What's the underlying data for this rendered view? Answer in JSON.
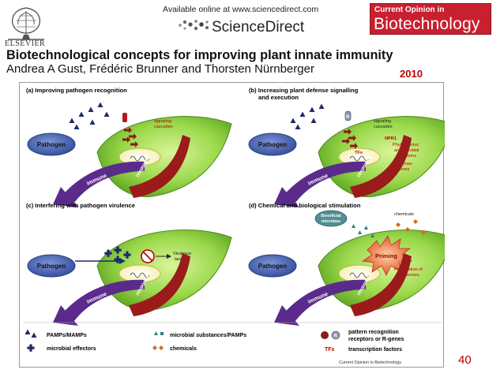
{
  "header": {
    "publisher": "ELSEVIER",
    "available_online": "Available online at www.sciencedirect.com",
    "sciencedirect": "ScienceDirect",
    "journal_top": "Current Opinion in",
    "journal_name": "Biotechnology"
  },
  "paper": {
    "title": "Biotechnological concepts for improving plant innate immunity",
    "authors": "Andrea A Gust, Frédéric Brunner and Thorsten Nürnberger",
    "year": "2010"
  },
  "figure": {
    "panels": [
      {
        "title": "(a)  Improving pathogen recognition",
        "labels": [
          "signaling",
          "cascades"
        ]
      },
      {
        "title": "(b)  Increasing plant defense signalling",
        "title2": "and execution",
        "labels": [
          "signaling",
          "cascades",
          "NPR1",
          "Phytoalexins/",
          "antimicrobial",
          "proteins",
          "TFs",
          "Defense",
          "genes"
        ]
      },
      {
        "title": "(c)  Interfering with pathogen virulence",
        "labels": [
          "Virulence",
          "targets"
        ]
      },
      {
        "title": "(d)  Chemical and biological stimulation",
        "labels": [
          "Beneficial",
          "microbes",
          "chemicals",
          "Priming",
          "Potentiation of",
          "responses"
        ]
      }
    ],
    "pathogen_label": "Pathogen",
    "immune": "immune",
    "response": "response",
    "legend": {
      "pamps": "PAMPs/MAMPs",
      "microbial_substances": "microbial substances/PAMPs",
      "pattern_recognition_1": "pattern recognition",
      "pattern_recognition_2": "receptors or R-genes",
      "microbial_effectors": "microbial effectors",
      "chemicals": "chemicals",
      "tfs_symbol": "TFs",
      "transcription_factors": "transcription factors",
      "r_symbol": "R"
    },
    "source": "Current Opinion in Biotechnology"
  },
  "page_number": "40",
  "colors": {
    "leaf": "#8fd13a",
    "pathogen": "#4a67b4",
    "immune_arrow": "#5b2b8c",
    "response_arrow": "#9b1a1a",
    "accent_red": "#c8202f",
    "text_red": "#c00000",
    "marker_navy": "#1f2a6b",
    "chemical_orange": "#d9691c"
  }
}
